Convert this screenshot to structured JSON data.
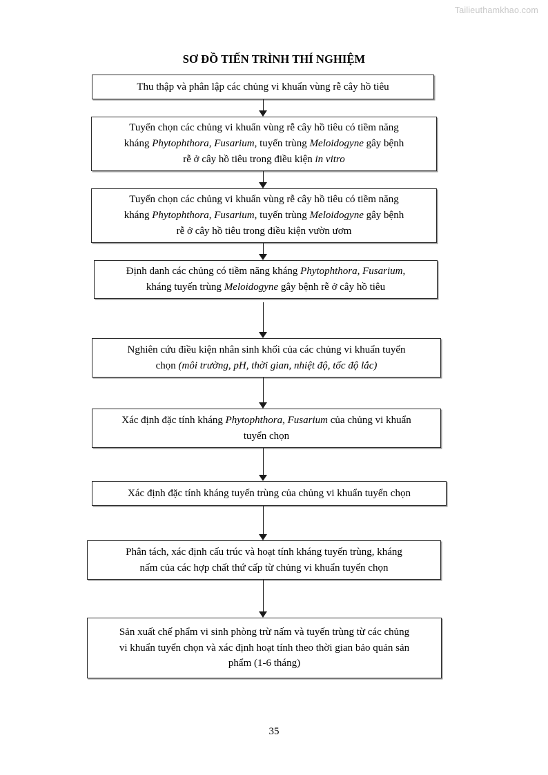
{
  "watermark": "Tailieuthamkhao.com",
  "page_number": "35",
  "diagram": {
    "title": "SƠ ĐỒ TIẾN TRÌNH THÍ NGHIỆM",
    "type": "flowchart",
    "orientation": "vertical",
    "connector_style": "solid line with filled triangular arrowhead, pointing down",
    "box_style": {
      "border_color": "#2b2b2b",
      "fill": "#ffffff",
      "shadow_color": "#9a9a9a"
    },
    "nodes": [
      {
        "id": "node-1",
        "name": "thu-thap-phan-lap",
        "lines": [
          [
            {
              "t": "Thu thập và phân lập các chủng vi khuẩn vùng rễ cây hồ tiêu",
              "i": false
            }
          ]
        ]
      },
      {
        "id": "node-2",
        "name": "tuyen-chon-in-vitro",
        "lines": [
          [
            {
              "t": "Tuyển chọn các chủng vi khuẩn vùng rễ cây hồ tiêu có tiềm năng",
              "i": false
            }
          ],
          [
            {
              "t": "kháng ",
              "i": false
            },
            {
              "t": "Phytophthora, Fusarium",
              "i": true
            },
            {
              "t": ", tuyến trùng ",
              "i": false
            },
            {
              "t": "Meloidogyne",
              "i": true
            },
            {
              "t": " gây bệnh",
              "i": false
            }
          ],
          [
            {
              "t": "rễ ở cây hồ tiêu trong điều kiện ",
              "i": false
            },
            {
              "t": "in vitro",
              "i": true
            }
          ]
        ]
      },
      {
        "id": "node-3",
        "name": "tuyen-chon-vuon-uom",
        "lines": [
          [
            {
              "t": "Tuyển chọn các chủng vi khuẩn vùng rễ cây hồ tiêu có tiềm năng",
              "i": false
            }
          ],
          [
            {
              "t": "kháng ",
              "i": false
            },
            {
              "t": "Phytophthora, Fusarium",
              "i": true
            },
            {
              "t": ", tuyến trùng ",
              "i": false
            },
            {
              "t": "Meloidogyne",
              "i": true
            },
            {
              "t": " gây bệnh",
              "i": false
            }
          ],
          [
            {
              "t": "rễ ở cây hồ tiêu trong điều kiện vườn ươm",
              "i": false
            }
          ]
        ]
      },
      {
        "id": "node-4",
        "name": "dinh-danh-chung",
        "lines": [
          [
            {
              "t": "Định danh các chủng có tiềm năng kháng ",
              "i": false
            },
            {
              "t": "Phytophthora, Fusarium",
              "i": true
            },
            {
              "t": ",",
              "i": false
            }
          ],
          [
            {
              "t": "kháng tuyến trùng ",
              "i": false
            },
            {
              "t": "Meloidogyne",
              "i": true
            },
            {
              "t": " gây bệnh rễ ở cây hồ tiêu",
              "i": false
            }
          ]
        ]
      },
      {
        "id": "node-5",
        "name": "nghien-cuu-nhan-sinh-khoi",
        "lines": [
          [
            {
              "t": "Nghiên cứu điều kiện nhân sinh khối của các chủng vi khuẩn tuyển",
              "i": false
            }
          ],
          [
            {
              "t": "chọn  ",
              "i": false
            },
            {
              "t": "(môi trường, pH, thời gian, nhiệt độ, tốc độ lắc)",
              "i": true
            }
          ]
        ]
      },
      {
        "id": "node-6",
        "name": "xac-dinh-khang-nam",
        "lines": [
          [
            {
              "t": "Xác định đặc tính kháng ",
              "i": false
            },
            {
              "t": "Phytophthora, Fusarium",
              "i": true
            },
            {
              "t": " của chủng vi khuẩn",
              "i": false
            }
          ],
          [
            {
              "t": "tuyển chọn",
              "i": false
            }
          ]
        ]
      },
      {
        "id": "node-7",
        "name": "xac-dinh-khang-tuyen-trung",
        "lines": [
          [
            {
              "t": "Xác định đặc tính kháng tuyến trùng của chủng vi khuẩn tuyển chọn",
              "i": false
            }
          ]
        ]
      },
      {
        "id": "node-8",
        "name": "phan-tach-cau-truc-hop-chat",
        "lines": [
          [
            {
              "t": "Phân tách, xác định cấu trúc và hoạt tính kháng tuyến trùng, kháng",
              "i": false
            }
          ],
          [
            {
              "t": "nấm của các hợp chất thứ cấp từ chủng vi khuẩn tuyển chọn",
              "i": false
            }
          ]
        ]
      },
      {
        "id": "node-9",
        "name": "san-xuat-che-pham",
        "lines": [
          [
            {
              "t": "Sản xuất chế phẩm vi sinh phòng trừ nấm và tuyến trùng từ các chủng",
              "i": false
            }
          ],
          [
            {
              "t": "vi khuẩn tuyển chọn  và xác định hoạt tính theo thời gian bảo quản sản",
              "i": false
            }
          ],
          [
            {
              "t": "phẩm (1-6 tháng)",
              "i": false
            }
          ]
        ]
      }
    ]
  }
}
